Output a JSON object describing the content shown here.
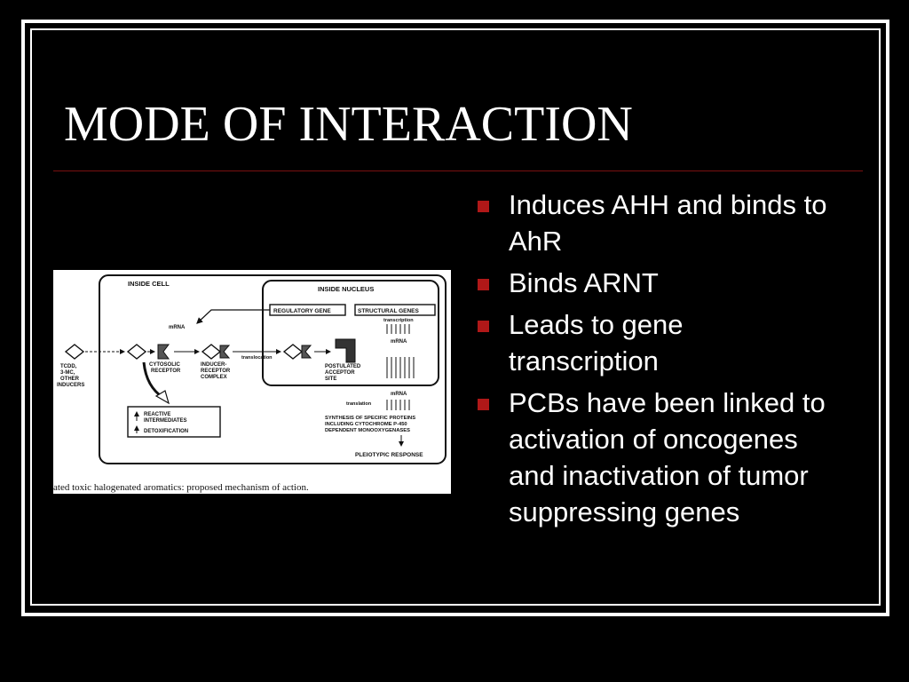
{
  "slide": {
    "title": "MODE OF INTERACTION",
    "bullets": [
      "Induces AHH and binds to AhR",
      "Binds ARNT",
      "Leads to gene transcription",
      "PCBs have been linked to activation of oncogenes and inactivation of tumor suppressing genes"
    ],
    "bullet_color": "#b01818",
    "divider_color": "#7a1010"
  },
  "figure": {
    "labels": {
      "inside_cell": "INSIDE CELL",
      "inside_nucleus": "INSIDE NUCLEUS",
      "regulatory_gene": "REGULATORY GENE",
      "structural_genes": "STRUCTURAL GENES",
      "transcription": "transcription",
      "mrna_top": "mRNA",
      "mrna_nucleus": "mRNA",
      "mrna_lower": "mRNA",
      "translocation": "translocation",
      "translation": "translation",
      "inducers_line1": "TCDD,",
      "inducers_line2": "3-MC,",
      "inducers_line3": "OTHER",
      "inducers_line4": "INDUCERS",
      "cytosolic_line1": "CYTOSOLIC",
      "cytosolic_line2": "RECEPTOR",
      "complex_line1": "INDUCER-",
      "complex_line2": "RECEPTOR",
      "complex_line3": "COMPLEX",
      "acceptor_line1": "POSTULATED",
      "acceptor_line2": "ACCEPTOR",
      "acceptor_line3": "SITE",
      "reactive_line1": "REACTIVE",
      "reactive_line2": "INTERMEDIATES",
      "detox": "DETOXIFICATION",
      "synthesis_line1": "SYNTHESIS OF SPECIFIC PROTEINS",
      "synthesis_line2": "INCLUDING CYTOCHROME P-450",
      "synthesis_line3": "DEPENDENT MONOOXYGENASES",
      "pleiotypic": "PLEIOTYPIC  RESPONSE",
      "caption": "ated toxic halogenated aromatics: proposed mechanism of action."
    }
  }
}
